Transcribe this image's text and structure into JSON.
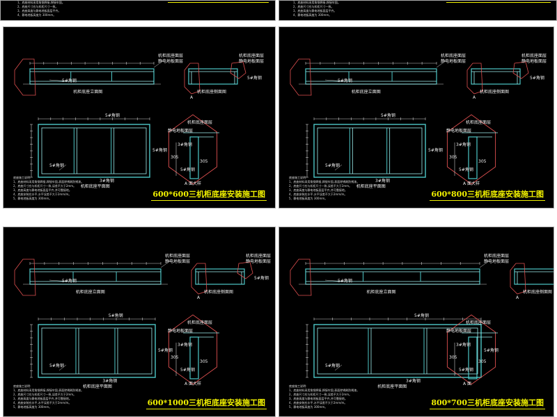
{
  "sheets": [
    {
      "title": "600*600三机柜底座安装施工图",
      "front_label": "机柜底座立面图",
      "side_label": "机柜底座侧面图",
      "plan_label": "机柜底座平面图",
      "detail_label": "A 面大样",
      "a_mark": "A",
      "lbl_top_floor": "机柜底座面层",
      "lbl_antistatic": "静电地板面层",
      "lbl_angle": "5#角钢",
      "lbl_angle3": "3#角钢",
      "dim": "305",
      "notes_title": "底座施工说明:",
      "notes": [
        "1、底座材料采用角钢焊接,焊接牢固,表面除锈刷防锈漆。",
        "2、底座尺寸应与机柜尺寸一致,误差不大于2mm。",
        "3、底座高度与静电地板面层平齐,并可靠接地。",
        "4、底座安装应水平,水平误差不大于2mm/m。",
        "5、静电地板高度为 300mm。"
      ]
    },
    {
      "title": "600*800三机柜底座安装施工图",
      "front_label": "机柜底座立面图",
      "side_label": "机柜底座侧面图",
      "plan_label": "机柜底座平面图",
      "detail_label": "A 面大样",
      "a_mark": "A",
      "lbl_top_floor": "机柜底座面层",
      "lbl_antistatic": "静电地板面层",
      "lbl_angle": "5#角钢",
      "lbl_angle3": "3#角钢",
      "dim": "305",
      "notes_title": "底座施工说明:",
      "notes": [
        "1、底座材料采用角钢焊接,焊接牢固,表面除锈刷防锈漆。",
        "2、底座尺寸应与机柜尺寸一致,误差不大于2mm。",
        "3、底座高度与静电地板面层平齐,并可靠接地。",
        "4、底座安装应水平,水平误差不大于2mm/m。",
        "5、静电地板高度为 300mm。"
      ]
    },
    {
      "title": "600*1000三机柜底座安装施工图",
      "front_label": "机柜底座立面图",
      "side_label": "机柜底座侧面图",
      "plan_label": "机柜底座平面图",
      "detail_label": "A 面大样",
      "a_mark": "A",
      "lbl_top_floor": "机柜底座面层",
      "lbl_antistatic": "静电地板面层",
      "lbl_angle": "5#角钢",
      "lbl_angle3": "3#角钢",
      "dim": "305",
      "notes_title": "底座施工说明:",
      "notes": [
        "1、底座材料采用角钢焊接,焊接牢固,表面除锈刷防锈漆。",
        "2、底座尺寸应与机柜尺寸一致,误差不大于2mm。",
        "3、底座高度与静电地板面层平齐,并可靠接地。",
        "4、底座安装应水平,水平误差不大于2mm/m。",
        "5、静电地板高度为 300mm。"
      ]
    },
    {
      "title": "800*700三机柜底座安装施工图",
      "front_label": "机柜底座立面图",
      "side_label": "机柜底座侧面图",
      "plan_label": "机柜底座平面图",
      "detail_label": "A 面",
      "a_mark": "A",
      "lbl_top_floor": "机柜底座面层",
      "lbl_antistatic": "静电地板面层",
      "lbl_angle": "5#角钢",
      "lbl_angle3": "3#角钢",
      "dim": "305",
      "notes_title": "底座施工说明:",
      "notes": [
        "1、底座材料采用角钢焊接,焊接牢固,表面除锈刷防锈漆。",
        "2、底座尺寸应与机柜尺寸一致,误差不大于2mm。",
        "3、底座高度与静电地板面层平齐,并可靠接地。",
        "4、底座安装应水平,水平误差不大于2mm/m。",
        "5、静电地板高度为 300mm。"
      ]
    }
  ],
  "top_strip_notes": [
    [
      "1、底座材料采用角钢焊接,焊接牢固。",
      "2、底座尺寸应与机柜尺寸一致。",
      "3、底座高度与静电地板面层平齐。",
      "4、静电地板高度为 300mm。"
    ],
    [
      "1、底座材料采用角钢焊接,焊接牢固。",
      "2、底座尺寸应与机柜尺寸一致。",
      "3、底座高度与静电地板面层平齐。",
      "4、静电地板高度为 300mm。"
    ]
  ],
  "colors": {
    "frame": "#4ec8c8",
    "frame_light": "#9ff0f0",
    "dim_line": "#cccccc",
    "callout": "#e05050",
    "title": "#f2f200"
  }
}
